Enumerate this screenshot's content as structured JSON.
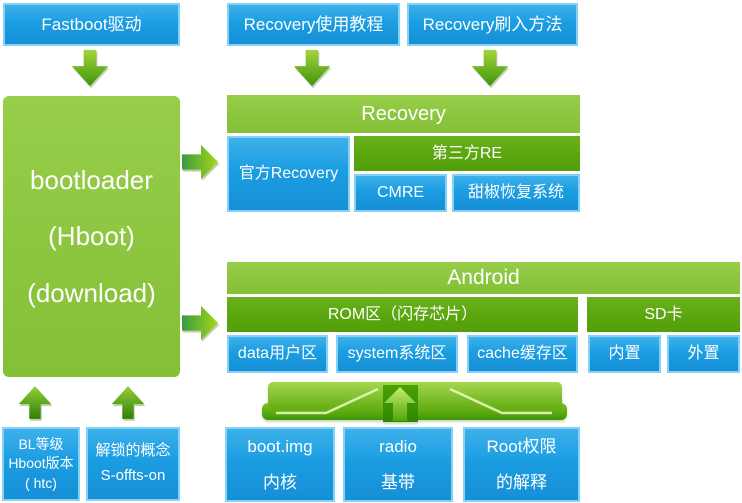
{
  "palette": {
    "blue": "#1b9de2",
    "blue_border": "#84d3f7",
    "green_light": "#8cc63f",
    "green_dark": "#5aa50e",
    "arrow_green_light": "#9ed139",
    "arrow_green_dark": "#3f940a",
    "text": "#ffffff"
  },
  "top_row": {
    "fastboot": "Fastboot驱动",
    "recovery_tutorial": "Recovery使用教程",
    "recovery_flash": "Recovery刷入方法"
  },
  "bootloader": {
    "line1": "bootloader",
    "line2": "(Hboot)",
    "line3": "(download)"
  },
  "recovery": {
    "title": "Recovery",
    "official": "官方Recovery",
    "third_party": "第三方RE",
    "cmre": "CMRE",
    "sweet_pepper": "甜椒恢复系统"
  },
  "android": {
    "title": "Android",
    "rom": "ROM区（闪存芯片）",
    "sd": "SD卡",
    "data": "data用户区",
    "system": "system系统区",
    "cache": "cache缓存区",
    "internal": "内置",
    "external": "外置"
  },
  "bottom_left": {
    "bl": [
      "BL等级",
      "Hboot版本",
      "( htc)"
    ],
    "unlock": [
      "解锁的概念",
      "S-offts-on"
    ]
  },
  "bottom_row": {
    "boot": [
      "boot.img",
      "内核"
    ],
    "radio": [
      "radio",
      "基带"
    ],
    "root": [
      "Root权限",
      "的解释"
    ]
  }
}
